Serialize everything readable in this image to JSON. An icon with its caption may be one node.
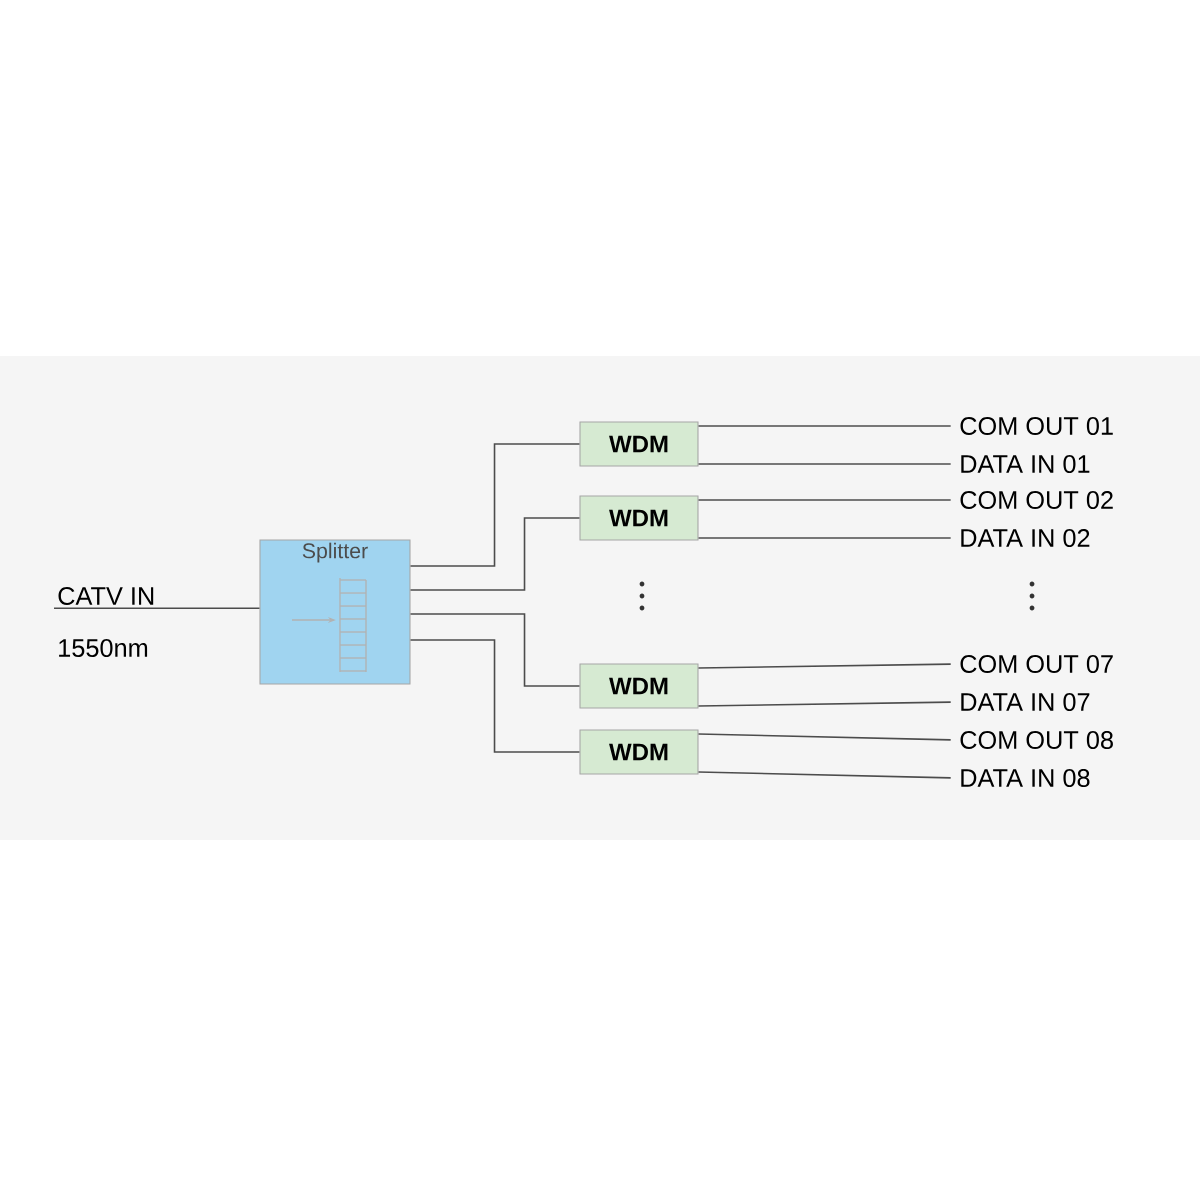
{
  "diagram": {
    "nodes": [
      {
        "text": [
          "CATV IN"
        ],
        "beside": [
          "1550nm"
        ]
      },
      {
        "text": [
          "Splitter"
        ]
      },
      {
        "text": [
          "WDM"
        ]
      },
      {
        "text": [
          "WDM"
        ]
      },
      {
        "text": [
          "WDM"
        ]
      },
      {
        "text": [
          "WDM"
        ]
      },
      {
        "text": [
          "COM OUT 01"
        ]
      },
      {
        "text": [
          "DATA IN 01"
        ]
      },
      {
        "text": [
          "COM OUT 02"
        ]
      },
      {
        "text": [
          "DATA IN 02"
        ]
      },
      {
        "text": [
          "COM OUT 07"
        ]
      },
      {
        "text": [
          "DATA IN 07"
        ]
      },
      {
        "text": [
          "COM OUT 08"
        ]
      },
      {
        "text": [
          "DATA IN 08"
        ]
      }
    ],
    "edges": [
      {
        "from": 0,
        "to": 1,
        "arrow": "none"
      },
      {
        "from": 1,
        "to": 2,
        "arrow": "none"
      },
      {
        "from": 1,
        "to": 3,
        "arrow": "none"
      },
      {
        "from": 1,
        "to": 4,
        "arrow": "none"
      },
      {
        "from": 1,
        "to": 5,
        "arrow": "none"
      },
      {
        "from": 2,
        "to": 6,
        "arrow": "none"
      },
      {
        "from": 2,
        "to": 7,
        "arrow": "none"
      },
      {
        "from": 3,
        "to": 8,
        "arrow": "none"
      },
      {
        "from": 3,
        "to": 9,
        "arrow": "none"
      },
      {
        "from": 4,
        "to": 10,
        "arrow": "none"
      },
      {
        "from": 4,
        "to": 11,
        "arrow": "none"
      },
      {
        "from": 5,
        "to": 12,
        "arrow": "none"
      },
      {
        "from": 5,
        "to": 13,
        "arrow": "none"
      }
    ]
  }
}
